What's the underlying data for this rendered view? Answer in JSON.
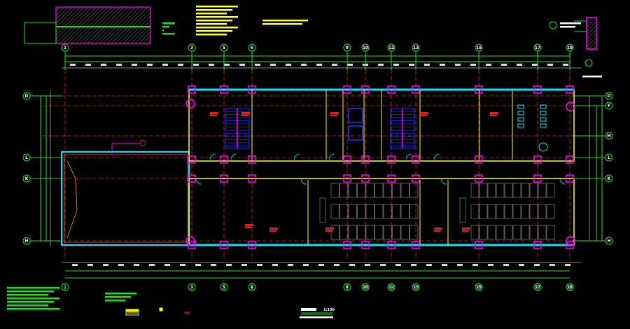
{
  "drawing": {
    "type": "architectural floor plan (CAD)",
    "scale_label": "1:100"
  },
  "axes": {
    "vertical": [
      "1",
      "3",
      "5",
      "6",
      "8",
      "10",
      "12",
      "13",
      "15",
      "17",
      "18"
    ],
    "left_horizontal": [
      "D",
      "L",
      "K",
      "H"
    ],
    "right_horizontal": [
      "D",
      "F",
      "M",
      "L",
      "K",
      "H"
    ]
  },
  "colors": {
    "background": "#000000",
    "axis": "#22dd22",
    "grid": "#dd2222",
    "wall": "#ffff00",
    "window": "#00e5ff",
    "column": "#ff00ff",
    "stair": "#2233ff",
    "furniture": "#9a9a9a",
    "note": "#ffff33"
  }
}
